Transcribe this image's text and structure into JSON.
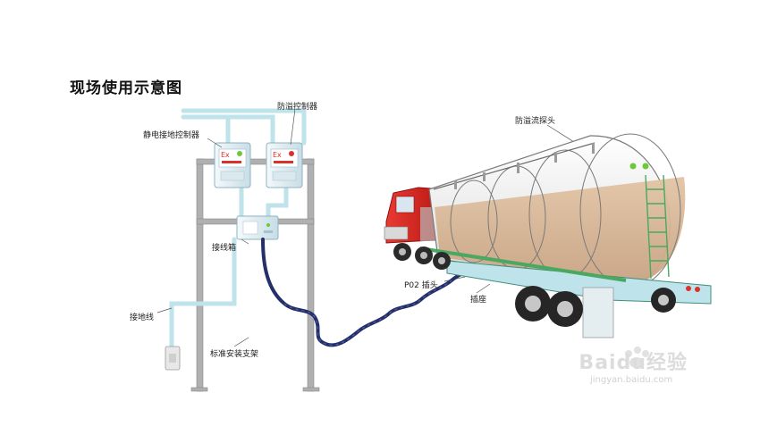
{
  "diagram": {
    "title": "现场使用示意图",
    "labels": {
      "overflow_controller": "防溢控制器",
      "static_controller": "静电接地控制器",
      "junction_box": "接线箱",
      "ground_wire": "接地线",
      "bracket": "标准安装支架",
      "overflow_probe": "防溢流探头",
      "p02_plug": "P02 插头",
      "socket": "插座"
    },
    "device_marks": {
      "left": "Ex",
      "right": "Ex"
    },
    "watermark": {
      "brand": "Baidu经验",
      "url": "jingyan.baidu.com"
    },
    "colors": {
      "frame": "#aaaaaa",
      "pipe": "#bfe3ea",
      "box": "#e3eef3",
      "tank": "#f2f2f2",
      "liquid": "#d9ba9b",
      "cab": "#d21d1d",
      "trailer": "#4aa860",
      "cable": "#25306a",
      "marker": "#6dc93a"
    }
  }
}
